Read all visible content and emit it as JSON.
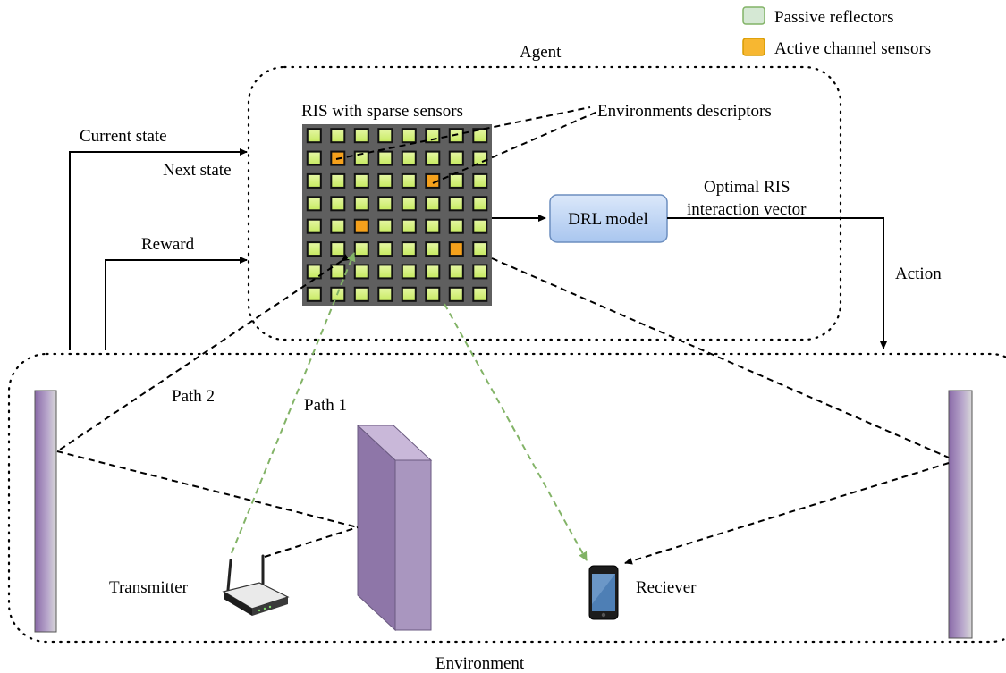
{
  "legend": {
    "passive": "Passive reflectors",
    "active": "Active channel sensors"
  },
  "labels": {
    "agent": "Agent",
    "ris": "RIS with sparse sensors",
    "env_desc": "Environments descriptors",
    "current_state": "Current state",
    "next_state": "Next state",
    "reward": "Reward",
    "drl": "DRL model",
    "optimal_line1": "Optimal RIS",
    "optimal_line2": "interaction vector",
    "action": "Action",
    "path2": "Path 2",
    "path1": "Path 1",
    "transmitter": "Transmitter",
    "receiver": "Reciever",
    "environment": "Environment"
  },
  "ris_grid": {
    "rows": 8,
    "cols": 8,
    "active_cells": [
      [
        1,
        1
      ],
      [
        2,
        5
      ],
      [
        4,
        2
      ],
      [
        5,
        6
      ]
    ]
  },
  "colors": {
    "passive_fill": "#d4f07a",
    "active_fill": "#f5a11c",
    "grid_bg": "#5f5f5f",
    "drl_fill": "#bcd4f3",
    "green_path": "#82b366",
    "wall": "#a48fb9"
  }
}
